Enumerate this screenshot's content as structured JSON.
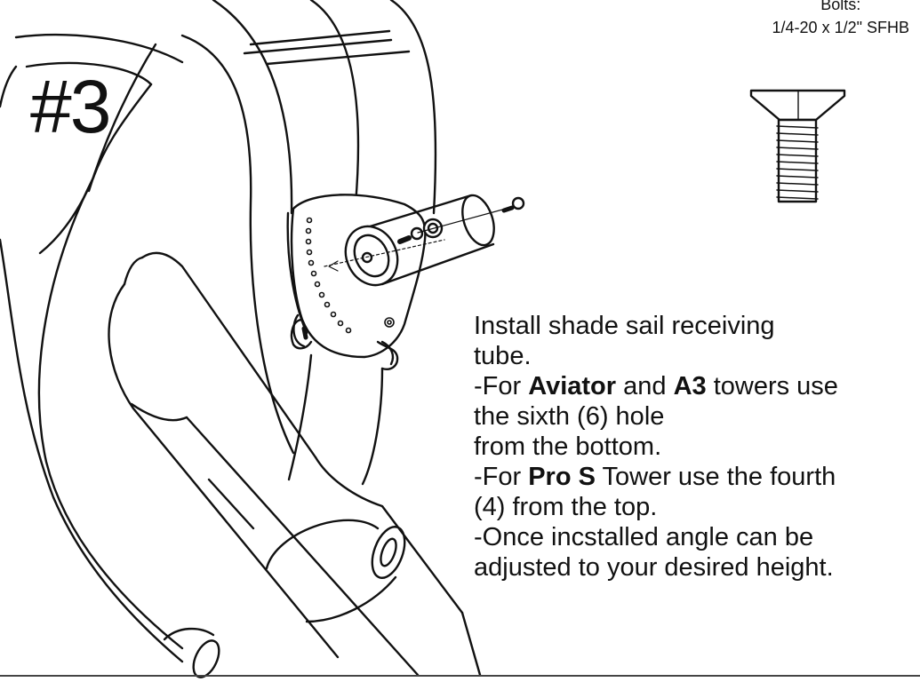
{
  "step": {
    "number": "#3"
  },
  "bolts": {
    "heading": "Bolts:",
    "spec": "1/4-20 x 1/2\" SFHB"
  },
  "instructions": {
    "line1": "Install shade sail receiving",
    "line2": "tube.",
    "line3": {
      "prefix": "-For ",
      "bold1": "Aviator",
      "mid": " and ",
      "bold2": "A3",
      "suffix": " towers use"
    },
    "line4": "the sixth (6) hole",
    "line5": "from the bottom.",
    "line6": {
      "prefix": "-For ",
      "bold": "Pro S",
      "suffix": " Tower use the fourth"
    },
    "line7": "(4) from the top.",
    "line8": "-Once incstalled angle can be",
    "line9": "adjusted to your desired height."
  }
}
